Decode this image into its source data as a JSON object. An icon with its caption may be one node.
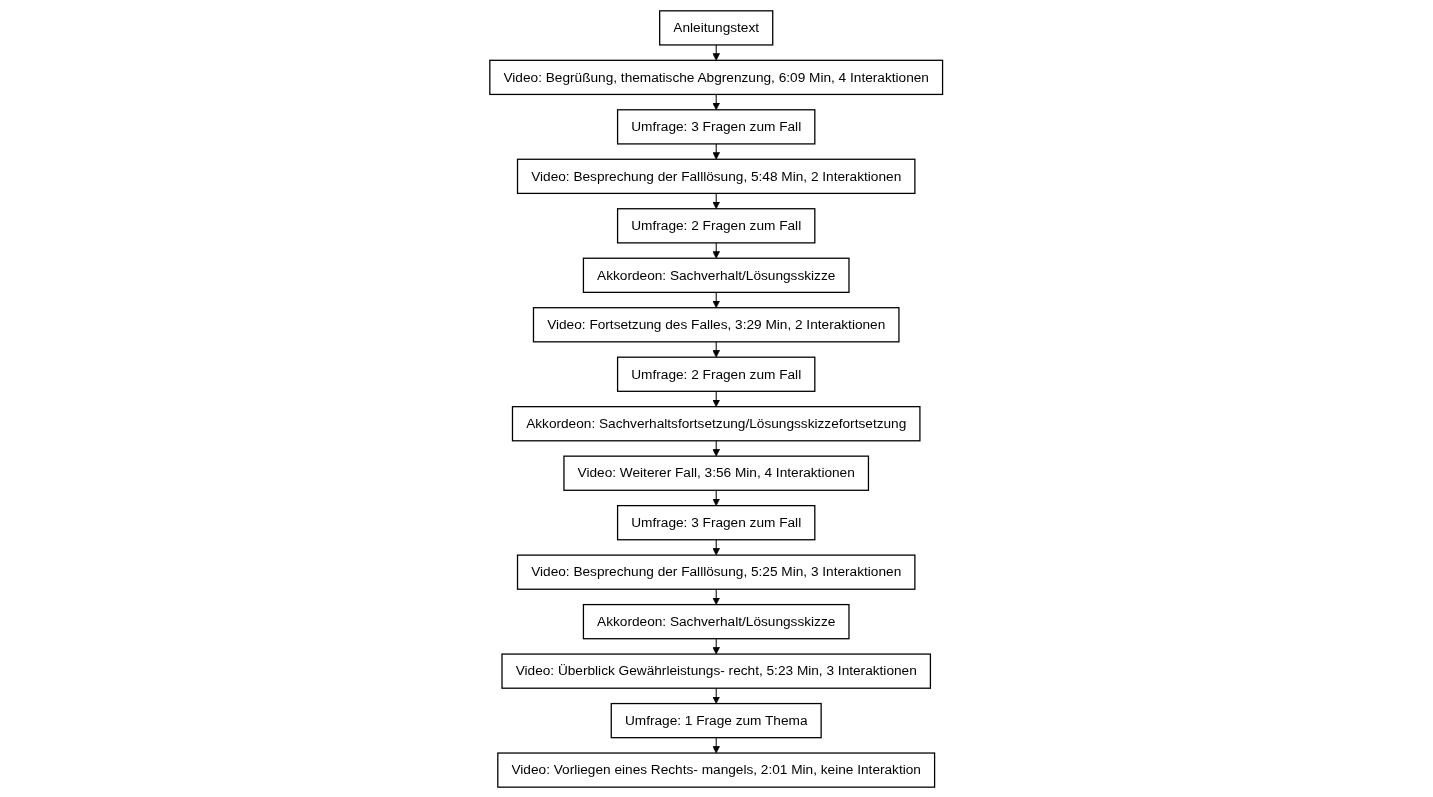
{
  "diagram": {
    "nodes": [
      {
        "text": [
          "Anleitungstext"
        ]
      },
      {
        "text": [
          "Video: Begrüßung, thematische Abgrenzung, 6:09 Min, 4 Interaktionen"
        ]
      },
      {
        "text": [
          "Umfrage: 3 Fragen zum Fall"
        ]
      },
      {
        "text": [
          "Video: Besprechung der Falllösung, 5:48 Min, 2 Interaktionen"
        ]
      },
      {
        "text": [
          "Umfrage: 2 Fragen zum Fall"
        ]
      },
      {
        "text": [
          "Akkordeon: Sachverhalt/Lösungsskizze"
        ]
      },
      {
        "text": [
          "Video: Fortsetzung des Falles, 3:29 Min, 2 Interaktionen"
        ]
      },
      {
        "text": [
          "Umfrage: 2 Fragen zum Fall"
        ]
      },
      {
        "text": [
          "Akkordeon: Sachverhaltsfortsetzung/Lösungsskizzefortsetzung"
        ]
      },
      {
        "text": [
          "Video: Weiterer Fall, 3:56 Min, 4 Interaktionen"
        ]
      },
      {
        "text": [
          "Umfrage: 3 Fragen zum Fall"
        ]
      },
      {
        "text": [
          "Video: Besprechung der Falllösung, 5:25 Min, 3 Interaktionen"
        ]
      },
      {
        "text": [
          "Akkordeon: Sachverhalt/Lösungsskizze"
        ]
      },
      {
        "text": [
          "Video: Überblick Gewährleistungs- recht, 5:23 Min, 3 Interaktionen"
        ]
      },
      {
        "text": [
          "Umfrage: 1 Frage zum Thema"
        ]
      },
      {
        "text": [
          "Video: Vorliegen eines Rechts- mangels, 2:01 Min, keine Interaktion"
        ]
      }
    ],
    "edges": [
      {
        "from": 0,
        "to": 1,
        "arrow": "to"
      },
      {
        "from": 1,
        "to": 2,
        "arrow": "to"
      },
      {
        "from": 2,
        "to": 3,
        "arrow": "to"
      },
      {
        "from": 3,
        "to": 4,
        "arrow": "to"
      },
      {
        "from": 4,
        "to": 5,
        "arrow": "to"
      },
      {
        "from": 5,
        "to": 6,
        "arrow": "to"
      },
      {
        "from": 6,
        "to": 7,
        "arrow": "to"
      },
      {
        "from": 7,
        "to": 8,
        "arrow": "to"
      },
      {
        "from": 8,
        "to": 9,
        "arrow": "to"
      },
      {
        "from": 9,
        "to": 10,
        "arrow": "to"
      },
      {
        "from": 10,
        "to": 11,
        "arrow": "to"
      },
      {
        "from": 11,
        "to": 12,
        "arrow": "to"
      },
      {
        "from": 12,
        "to": 13,
        "arrow": "to"
      },
      {
        "from": 13,
        "to": 14,
        "arrow": "to"
      },
      {
        "from": 14,
        "to": 15,
        "arrow": "to"
      }
    ]
  }
}
